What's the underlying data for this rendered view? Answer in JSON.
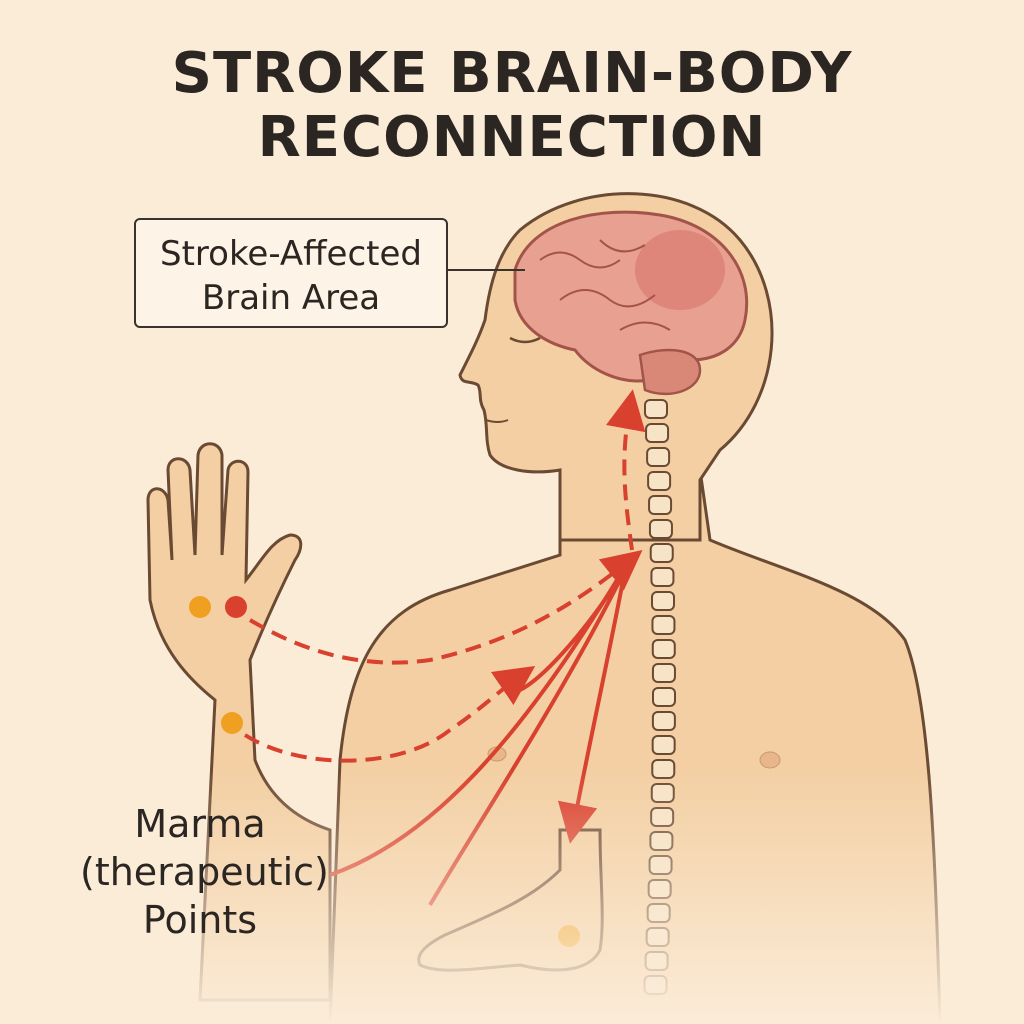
{
  "title": {
    "line1": "STROKE BRAIN-BODY",
    "line2": "RECONNECTION"
  },
  "labels": {
    "brain_area": {
      "line1": "Stroke-Affected",
      "line2": "Brain Area"
    },
    "marma": {
      "line1": "Marma",
      "line2": "(therapeutic)",
      "line3": "Points"
    }
  },
  "colors": {
    "background": "#fbecd8",
    "skin": "#f3cfa3",
    "outline": "#6b4a33",
    "brain": "#e59a8e",
    "pathway": "#d9402e",
    "marma_dot": "#f0a020",
    "affected_dot": "#d9402e"
  }
}
